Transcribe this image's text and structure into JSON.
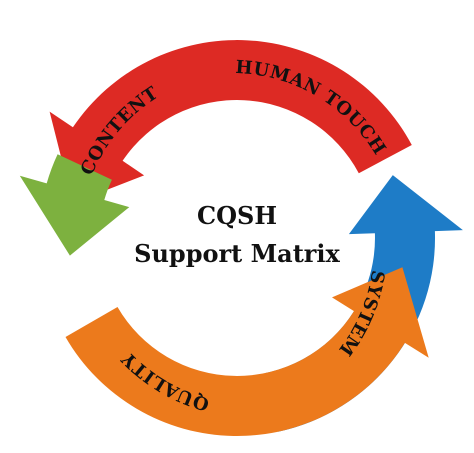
{
  "center": {
    "title": "CQSH",
    "subtitle": "Support Matrix"
  },
  "segments": [
    {
      "key": "human",
      "label": "HUMAN TOUCH",
      "color": "#dd2a24"
    },
    {
      "key": "system",
      "label": "SYSTEM",
      "color": "#1e7cc7"
    },
    {
      "key": "quality",
      "label": "QUALITY",
      "color": "#ec7a1c"
    },
    {
      "key": "content",
      "label": "CONTENT",
      "color": "#7db13f"
    }
  ]
}
